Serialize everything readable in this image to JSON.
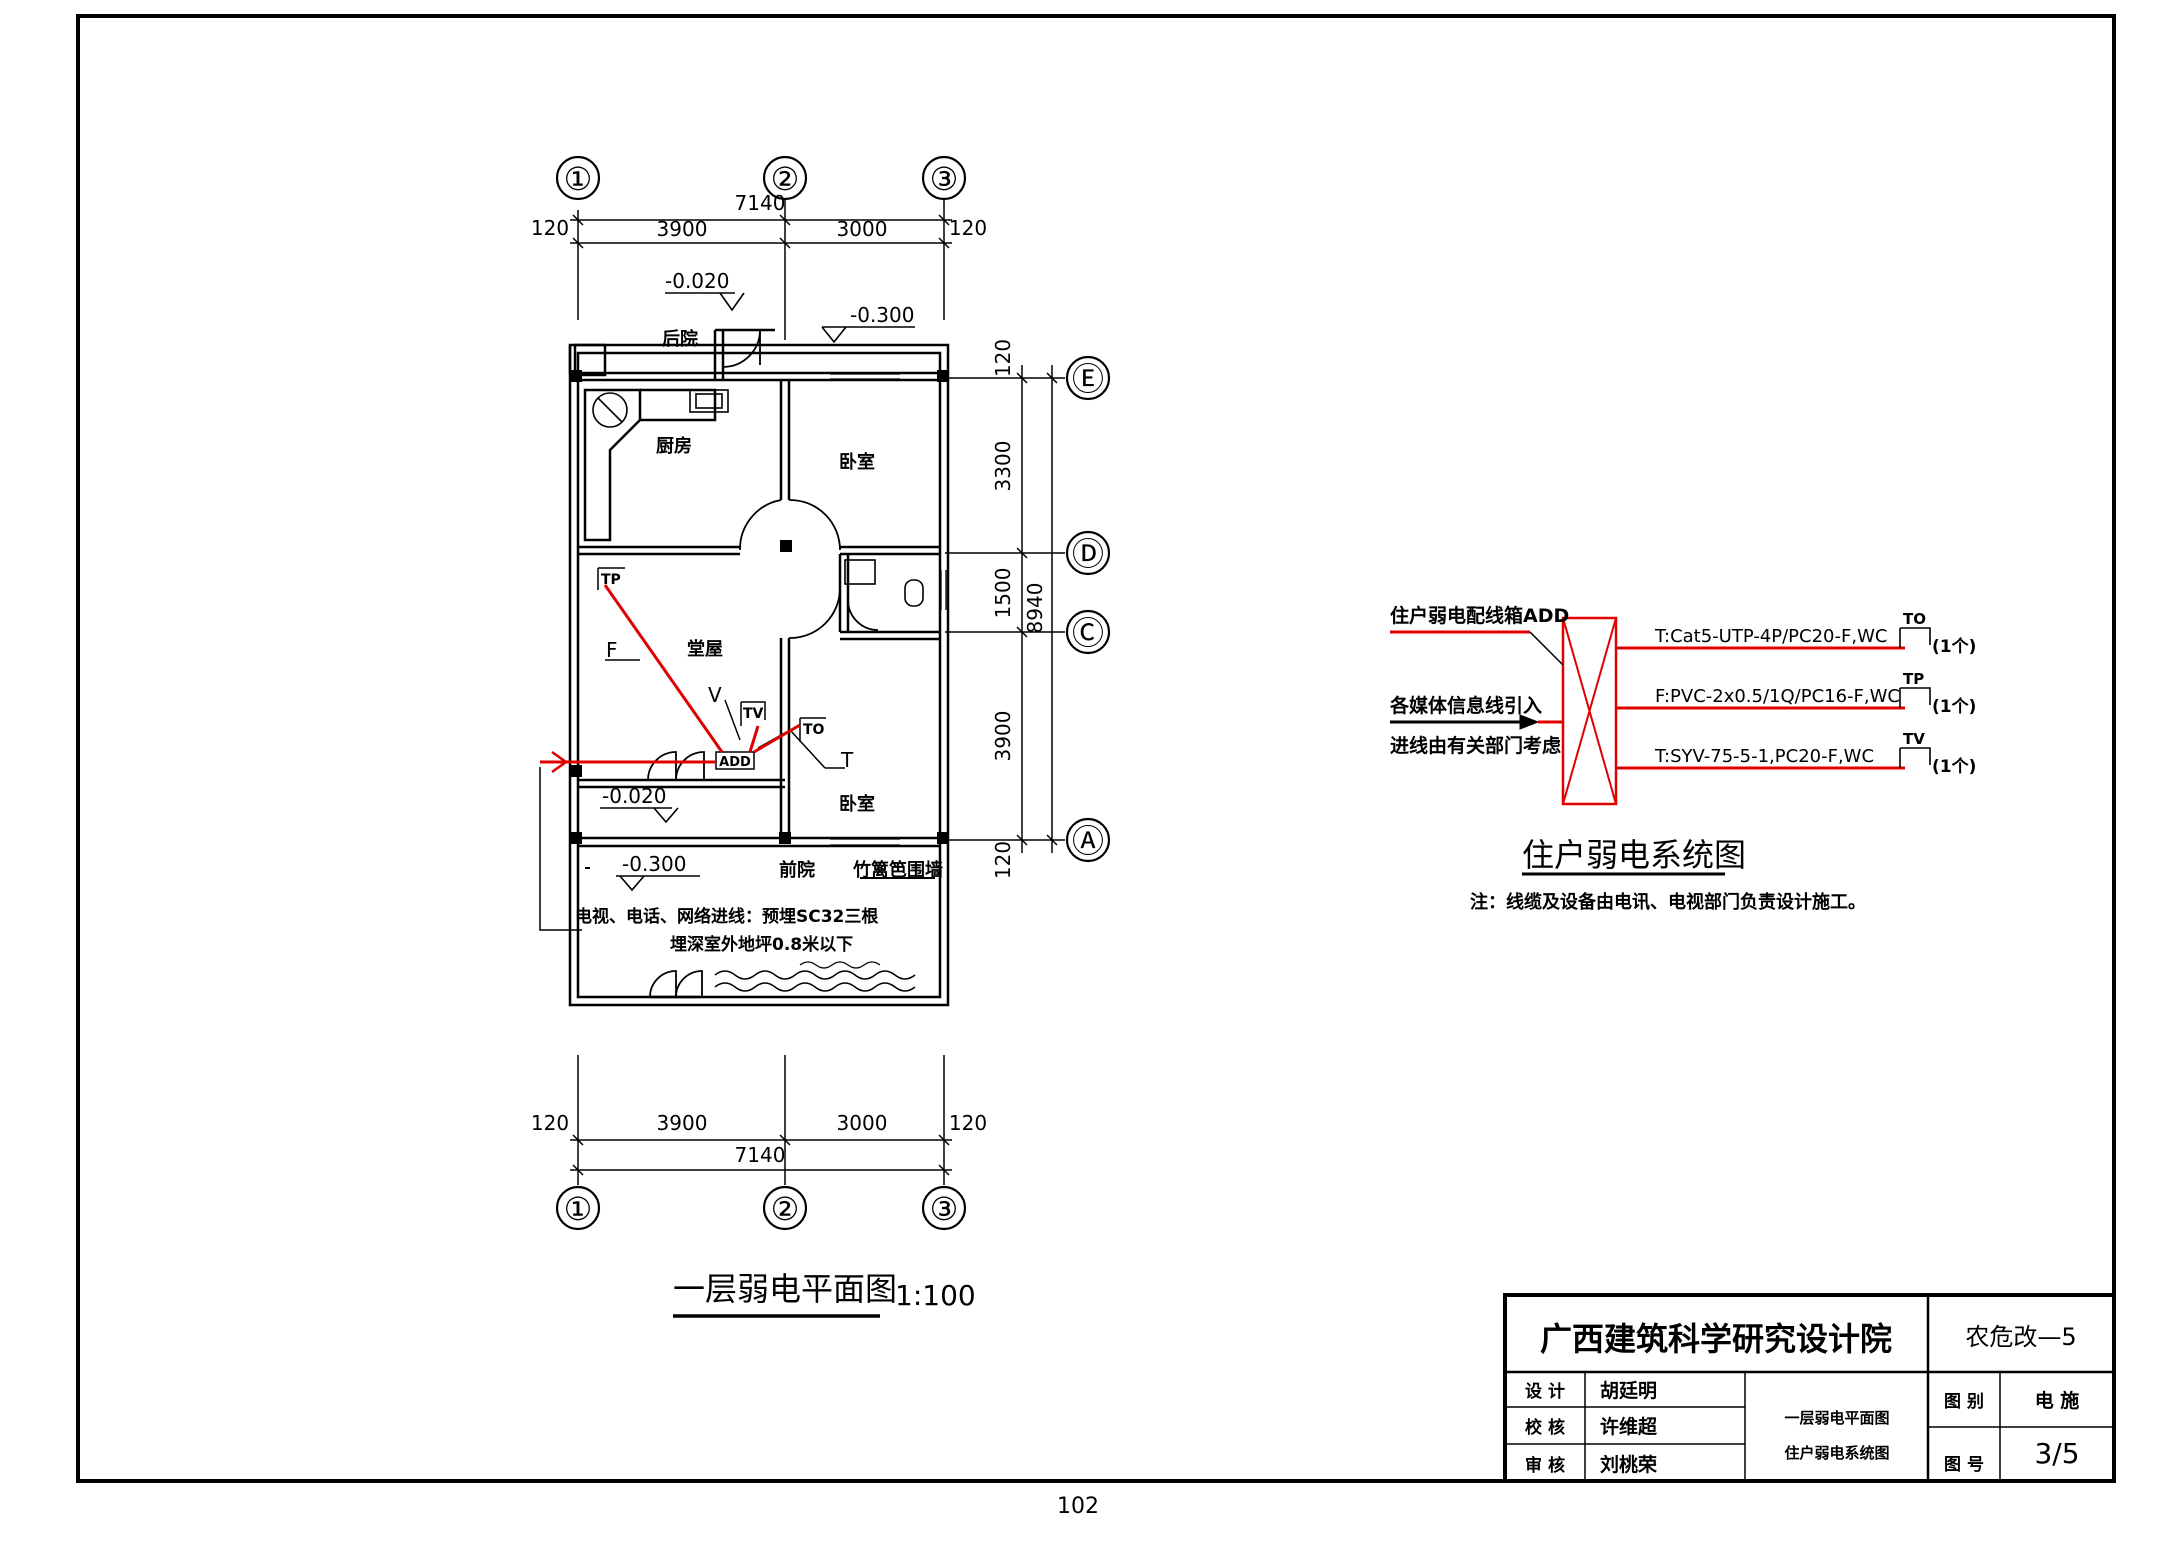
{
  "plan": {
    "axes_top": [
      "①",
      "②",
      "③"
    ],
    "axes_bottom": [
      "①",
      "②",
      "③"
    ],
    "axes_right": [
      "Ⓔ",
      "Ⓓ",
      "Ⓒ",
      "Ⓐ"
    ],
    "dim_top_total": "7140",
    "dim_top_parts": [
      "120",
      "3900",
      "3000",
      "120"
    ],
    "dim_bottom_total": "7140",
    "dim_bottom_parts": [
      "120",
      "3900",
      "3000",
      "120"
    ],
    "dim_right_parts": [
      "120",
      "3300",
      "1500",
      "3900",
      "120"
    ],
    "dim_right_total": "8940",
    "level_backyard_step": "-0.020",
    "level_backyard": "-0.300",
    "level_front_step": "-0.020",
    "level_front": "-0.300",
    "rooms": {
      "backyard": "后院",
      "kitchen": "厨房",
      "bedroom_top": "卧室",
      "hall": "堂屋",
      "bedroom_bottom": "卧室",
      "front_yard": "前院",
      "fence": "竹篱笆围墙"
    },
    "labels": {
      "f": "F",
      "v": "V",
      "t": "T",
      "tp": "TP",
      "tv": "TV",
      "to": "TO",
      "add": "ADD"
    },
    "note_line1": "电视、电话、网络进线：预埋SC32三根",
    "note_line2": "埋深室外地坪0.8米以下",
    "title": "一层弱电平面图",
    "scale": "1:100"
  },
  "system": {
    "add_label": "住户弱电配线箱ADD",
    "in_label1": "各媒体信息线引入",
    "in_label2": "进线由有关部门考虑",
    "lines": [
      {
        "cable": "T:Cat5-UTP-4P/PC20-F,WC",
        "outlet": "TO",
        "qty": "(1个)"
      },
      {
        "cable": "F:PVC-2x0.5/1Q/PC16-F,WC",
        "outlet": "TP",
        "qty": "(1个)"
      },
      {
        "cable": "T:SYV-75-5-1,PC20-F,WC",
        "outlet": "TV",
        "qty": "(1个)"
      }
    ],
    "title": "住户弱电系统图",
    "note": "注：线缆及设备由电讯、电视部门负责设计施工。"
  },
  "title_block": {
    "institute": "广西建筑科学研究设计院",
    "project": "农危改—5",
    "roles": [
      {
        "role": "设  计",
        "name": "胡廷明"
      },
      {
        "role": "校  核",
        "name": "许维超"
      },
      {
        "role": "审  核",
        "name": "刘桃荣"
      }
    ],
    "drawing_name1": "一层弱电平面图",
    "drawing_name2": "住户弱电系统图",
    "category_label": "图 别",
    "category": "电  施",
    "number_label": "图 号",
    "number": "3/5"
  },
  "page_number": "102",
  "colors": {
    "line": "#000000",
    "wiring": "#e00000"
  }
}
